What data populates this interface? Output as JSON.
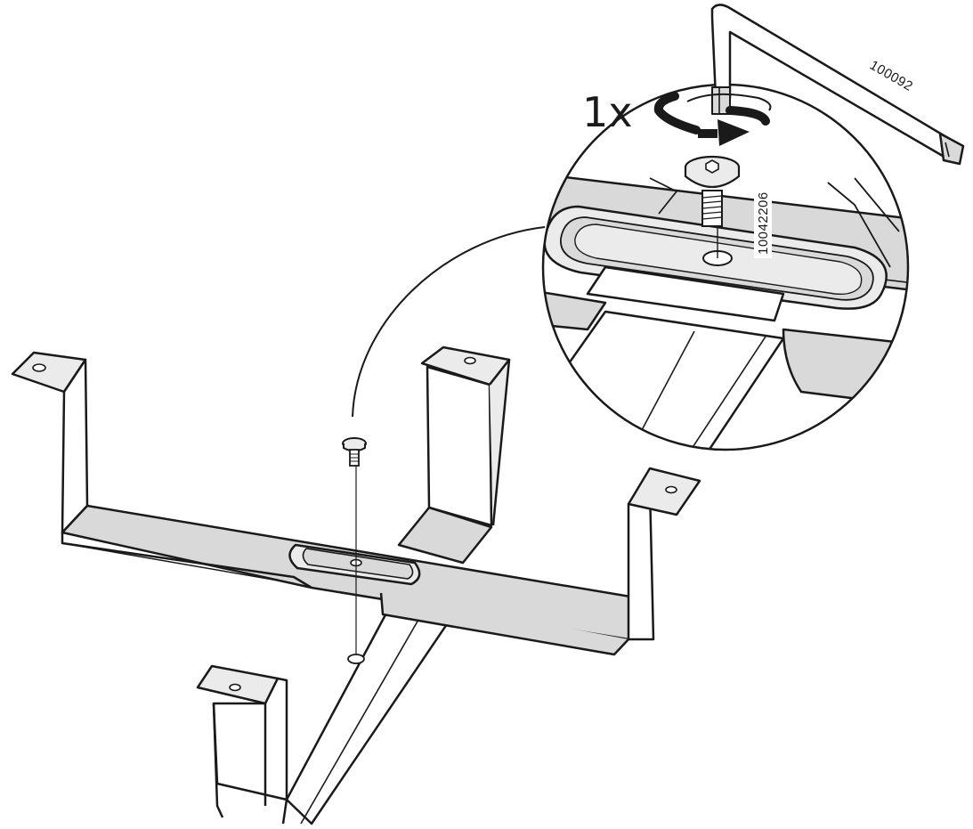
{
  "instruction": {
    "quantity_label": "1x",
    "screw_part_number": "10042206",
    "key_part_number": "100092"
  },
  "colors": {
    "line": "#1a1a1a",
    "metal_fill": "#d9d9d9",
    "light_fill": "#ebebeb",
    "white": "#ffffff"
  },
  "icons": [
    "allen-key-icon",
    "rotation-arrow-icon",
    "screw-icon"
  ]
}
